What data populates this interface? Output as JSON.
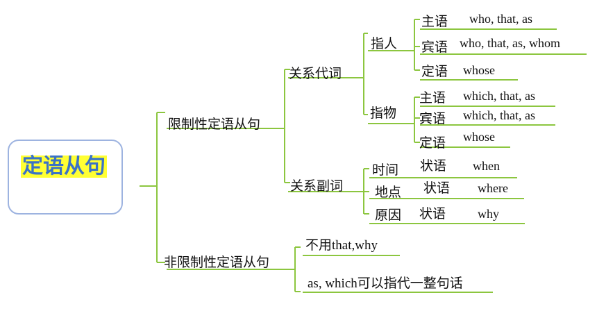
{
  "root": {
    "label": "定语从句"
  },
  "colors": {
    "connector": "#8cc63f",
    "root_text": "#3a72c6",
    "root_highlight": "#ffff33",
    "root_border": "#9db3e0"
  },
  "restrictive": {
    "label": "限制性定语从句",
    "pronoun": {
      "label": "关系代词",
      "person": {
        "label": "指人",
        "rows": [
          {
            "role": "主语",
            "words": "who, that, as"
          },
          {
            "role": "宾语",
            "words": "who, that, as, whom"
          },
          {
            "role": "定语",
            "words": "whose"
          }
        ]
      },
      "thing": {
        "label": "指物",
        "rows": [
          {
            "role": "主语",
            "words": "which, that, as"
          },
          {
            "role": "宾语",
            "words": "which, that, as"
          },
          {
            "role": "定语",
            "words": "whose"
          }
        ]
      }
    },
    "adverb": {
      "label": "关系副词",
      "rows": [
        {
          "type": "时间",
          "role": "状语",
          "word": "when"
        },
        {
          "type": "地点",
          "role": "状语",
          "word": "where"
        },
        {
          "type": "原因",
          "role": "状语",
          "word": "why"
        }
      ]
    }
  },
  "nonrestrictive": {
    "label": "非限制性定语从句",
    "notes": [
      "不用that,why",
      "as, which可以指代一整句话"
    ]
  }
}
